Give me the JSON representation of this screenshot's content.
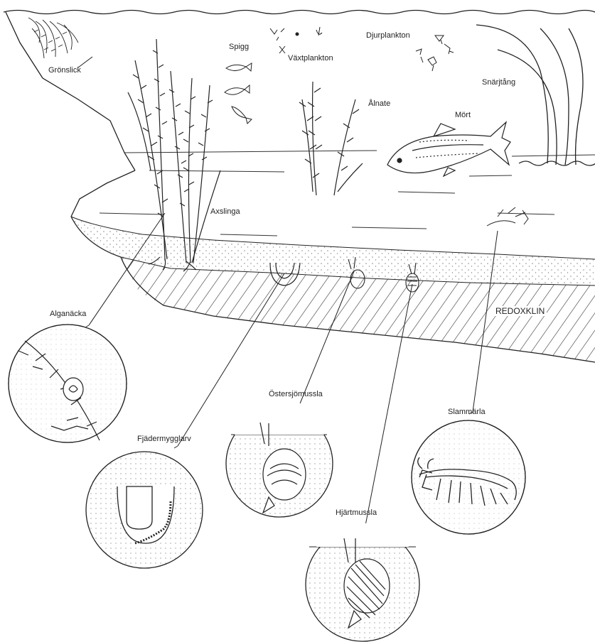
{
  "labels": {
    "gronslick": "Grönslick",
    "spigg": "Spigg",
    "vaxtplankton": "Växtplankton",
    "djurplankton": "Djurplankton",
    "snarjtang": "Snärjtång",
    "alnate": "Ålnate",
    "mort": "Mört",
    "axslinga": "Axslinga",
    "redoxklin": "REDOXKLIN",
    "alganacka": "Alganäcka",
    "fjadermygglarv": "Fjädermygglarv",
    "ostersjomussla": "Östersjömussla",
    "slammarla": "Slammärla",
    "hjartmussla": "Hjärtmussla"
  },
  "colors": {
    "ink": "#222222",
    "sediment_dots": "#8a8a8a",
    "background": "#ffffff"
  }
}
